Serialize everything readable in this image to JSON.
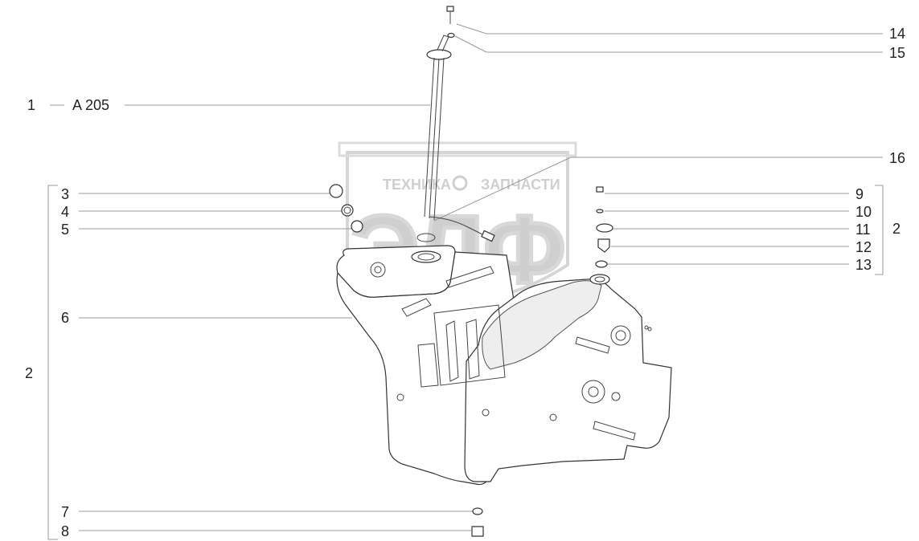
{
  "watermark": {
    "brand": "ЭЛФ",
    "left_word": "ТЕХНИКА",
    "right_word": "ЗАПЧАСТИ"
  },
  "assembly_label": {
    "number": "1",
    "code": "A 205"
  },
  "callouts": {
    "c14": "14",
    "c15": "15",
    "c16": "16",
    "c3": "3",
    "c4": "4",
    "c5": "5",
    "c6": "6",
    "c7": "7",
    "c8": "8",
    "c9": "9",
    "c10": "10",
    "c11": "11",
    "c12": "12",
    "c13": "13",
    "group_left": "2",
    "group_right": "2"
  }
}
